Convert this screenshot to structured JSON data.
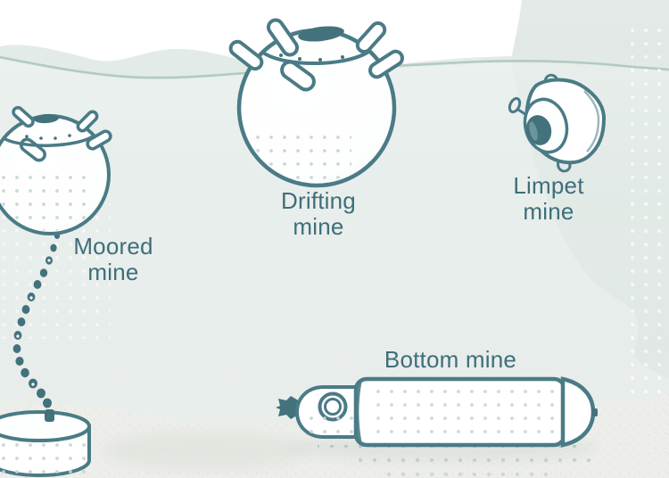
{
  "diagram": {
    "mines": [
      {
        "id": "moored",
        "label": "Moored mine"
      },
      {
        "id": "drifting",
        "label": "Drifting mine"
      },
      {
        "id": "limpet",
        "label": "Limpet mine"
      },
      {
        "id": "bottom",
        "label": "Bottom mine"
      }
    ]
  },
  "colors": {
    "outline": "#4a7b86",
    "dark_fill": "#43727d",
    "label_text": "#3e6e7a",
    "water_line": "#b2cac5",
    "crest_band": "#dfe8e4",
    "water_top": "#e8efec",
    "water_deep": "#e3eae7",
    "hull": "#d8e1dd",
    "sand": "#edeeea",
    "rivet_dots": "#c3d4d2",
    "shadow_dots": "#86a8ab",
    "white_dots": "#ffffff"
  }
}
